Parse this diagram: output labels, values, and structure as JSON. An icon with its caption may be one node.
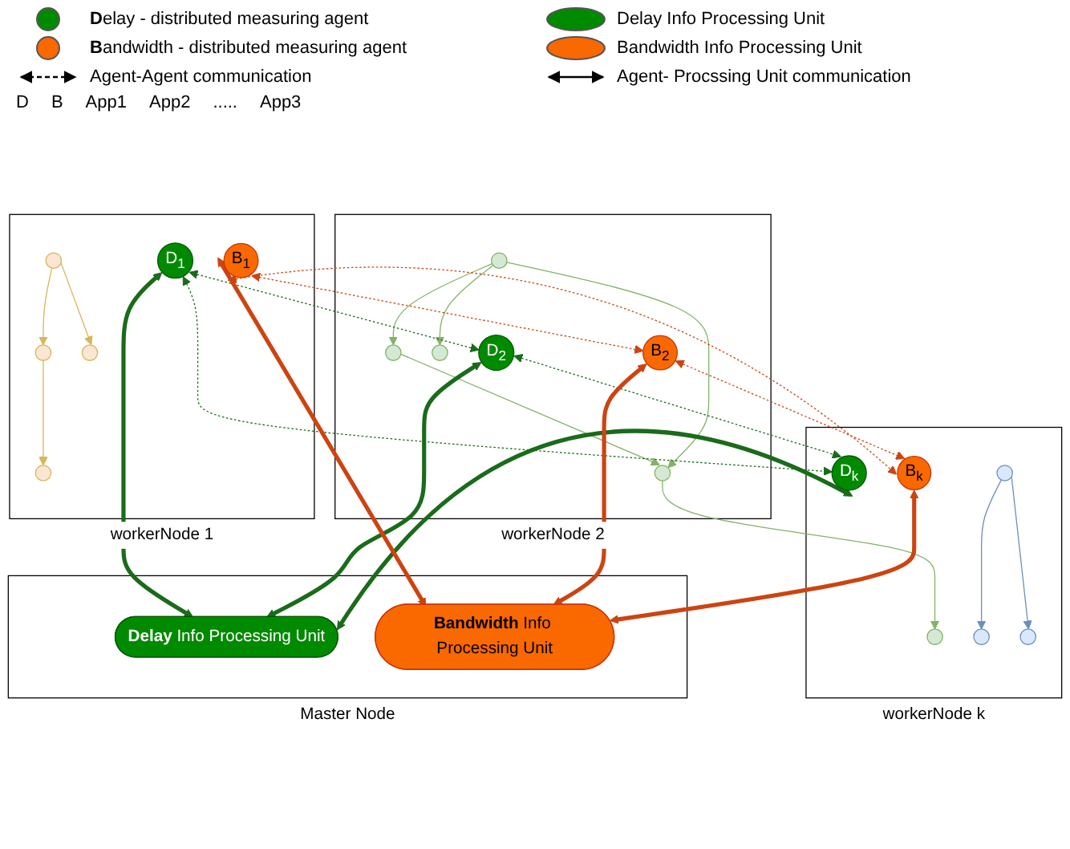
{
  "diagram": {
    "nodes": [
      {
        "text": [
          "workerNode 1"
        ]
      },
      {
        "text": [],
        "shape": "circle",
        "in": 0
      },
      {
        "text": [],
        "shape": "circle",
        "in": 0
      },
      {
        "text": [],
        "shape": "circle",
        "in": 0
      },
      {
        "text": [],
        "shape": "circle",
        "in": 0
      },
      {
        "text": [
          "D$_{1}$"
        ],
        "in": 0
      },
      {
        "text": [
          "B$_{1}$"
        ],
        "in": 0
      },
      {
        "text": [
          "workerNode 2"
        ]
      },
      {
        "text": [],
        "shape": "circle",
        "in": 7
      },
      {
        "text": [],
        "shape": "circle",
        "in": 7
      },
      {
        "text": [],
        "shape": "circle",
        "in": 7
      },
      {
        "text": [],
        "shape": "circle",
        "in": 7
      },
      {
        "text": [
          "D$_{2}$"
        ],
        "in": 7
      },
      {
        "text": [
          "B$_{2}$"
        ],
        "in": 7
      },
      {
        "text": [
          "workerNode k"
        ]
      },
      {
        "text": [],
        "shape": "circle",
        "in": 14
      },
      {
        "text": [],
        "shape": "circle",
        "in": 14
      },
      {
        "text": [],
        "shape": "circle",
        "in": 14
      },
      {
        "text": [],
        "shape": "circle",
        "in": 14
      },
      {
        "text": [
          "D$_{k}$"
        ],
        "in": 14
      },
      {
        "text": [
          "B$_{k}$"
        ],
        "in": 14
      },
      {
        "text": [
          "Master Node"
        ]
      },
      {
        "text": [
          "**Delay** Info Processing Unit"
        ],
        "in": 21
      },
      {
        "text": [
          "**Bandwidth** Info Processing Unit"
        ],
        "in": 21
      }
    ],
    "edges": [
      {
        "from": 1,
        "to": 2,
        "arrow": "to",
        "color": "#d6b656"
      },
      {
        "from": 2,
        "to": 3,
        "arrow": "to",
        "color": "#d6b656"
      },
      {
        "from": 1,
        "to": 4,
        "arrow": "to",
        "color": "#d6b656"
      },
      {
        "from": 8,
        "to": 9,
        "arrow": "to",
        "color": "#82b366"
      },
      {
        "from": 9,
        "to": 10,
        "arrow": "to",
        "color": "#82b366"
      },
      {
        "from": 8,
        "to": 10,
        "arrow": "to",
        "color": "#82b366"
      },
      {
        "from": 8,
        "to": 11,
        "arrow": "to",
        "color": "#82b366"
      },
      {
        "from": 10,
        "to": 15,
        "arrow": "to",
        "color": "#82b366"
      },
      {
        "from": 16,
        "to": 17,
        "arrow": "to",
        "color": "#6c8ebf"
      },
      {
        "from": 16,
        "to": 18,
        "arrow": "to",
        "color": "#6c8ebf"
      },
      {
        "from": 5,
        "to": 19,
        "arrow": "both",
        "style": "dashed",
        "color": "#1a6b1a"
      },
      {
        "from": 6,
        "to": 20,
        "arrow": "both",
        "style": "dashed",
        "color": "#cc4411"
      },
      {
        "from": 5,
        "to": 12,
        "arrow": "both",
        "style": "dashed",
        "color": "#1a6b1a"
      },
      {
        "from": 12,
        "to": 19,
        "arrow": "both",
        "style": "dashed",
        "color": "#1a6b1a"
      },
      {
        "from": 6,
        "to": 13,
        "arrow": "both",
        "style": "dashed",
        "color": "#cc4411"
      },
      {
        "from": 13,
        "to": 20,
        "arrow": "both",
        "style": "dashed",
        "color": "#cc4411"
      },
      {
        "from": 5,
        "to": 22,
        "arrow": "both",
        "style": "thick",
        "color": "#1a6b1a"
      },
      {
        "from": 12,
        "to": 22,
        "arrow": "both",
        "style": "thick",
        "color": "#1a6b1a"
      },
      {
        "from": 19,
        "to": 22,
        "arrow": "both",
        "style": "thick",
        "color": "#1a6b1a"
      },
      {
        "from": 6,
        "to": 23,
        "arrow": "both",
        "style": "thick",
        "color": "#cc4411"
      },
      {
        "from": 13,
        "to": 23,
        "arrow": "both",
        "style": "thick",
        "color": "#cc4411"
      },
      {
        "from": 20,
        "to": 23,
        "arrow": "both",
        "style": "thick",
        "color": "#cc4411"
      }
    ],
    "labels": [
      "D",
      "B",
      "App1",
      "App2",
      ".....",
      "App3"
    ],
    "legend": [
      {
        "text": "**D**elay - distributed measuring agent",
        "color": "#008a00"
      },
      {
        "text": "Delay Info Processing Unit",
        "color": "#008a00"
      },
      {
        "text": "**B**andwidth - distributed measuring agent",
        "color": "#fa6800"
      },
      {
        "text": "Bandwidth Info Processing Unit",
        "color": "#fa6800"
      },
      {
        "text": "Agent-Agent communication"
      },
      {
        "text": "Agent- Procssing Unit communication"
      }
    ]
  }
}
